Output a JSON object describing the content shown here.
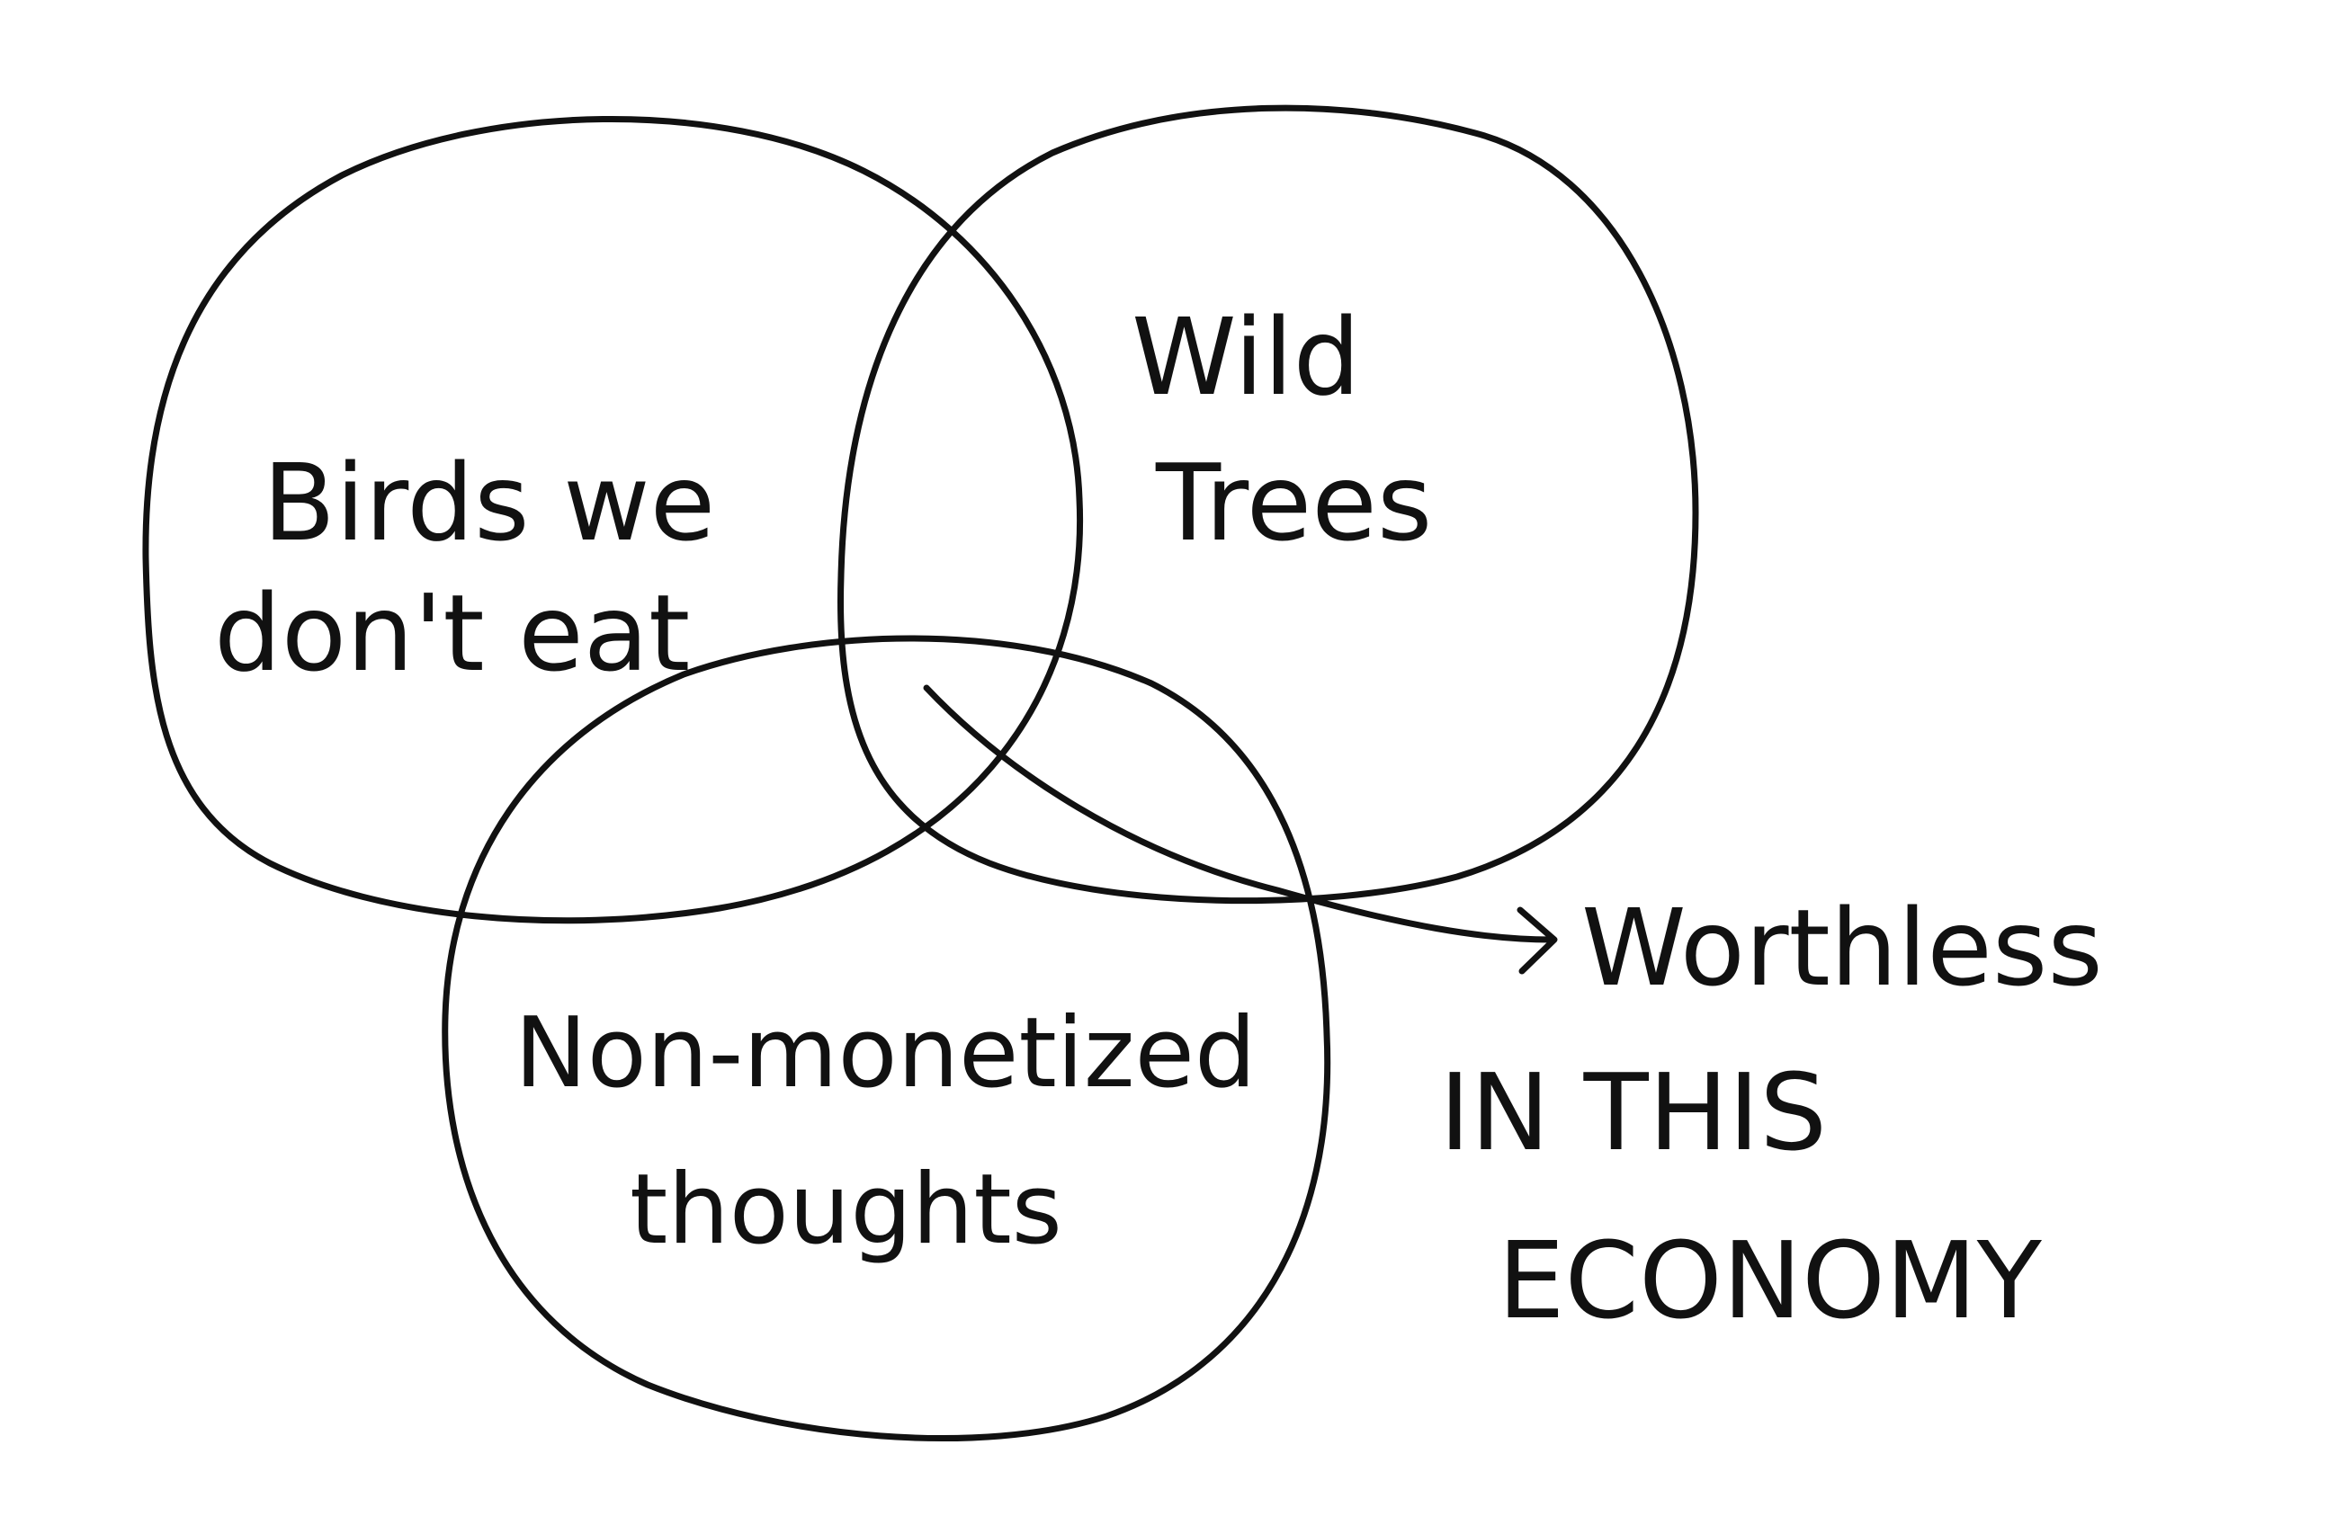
{
  "diagram": {
    "sets": [
      {
        "id": "birds",
        "lines": [
          "Birds we",
          "don't eat"
        ]
      },
      {
        "id": "trees",
        "lines": [
          "Wild",
          "Trees"
        ]
      },
      {
        "id": "thoughts",
        "lines": [
          "Non-monetized",
          "thoughts"
        ]
      }
    ],
    "intersection_label": {
      "lines": [
        "Worthless",
        "IN THIS",
        "ECONOMY"
      ]
    },
    "colors": {
      "ink": "#111111",
      "background": "#ffffff"
    }
  }
}
